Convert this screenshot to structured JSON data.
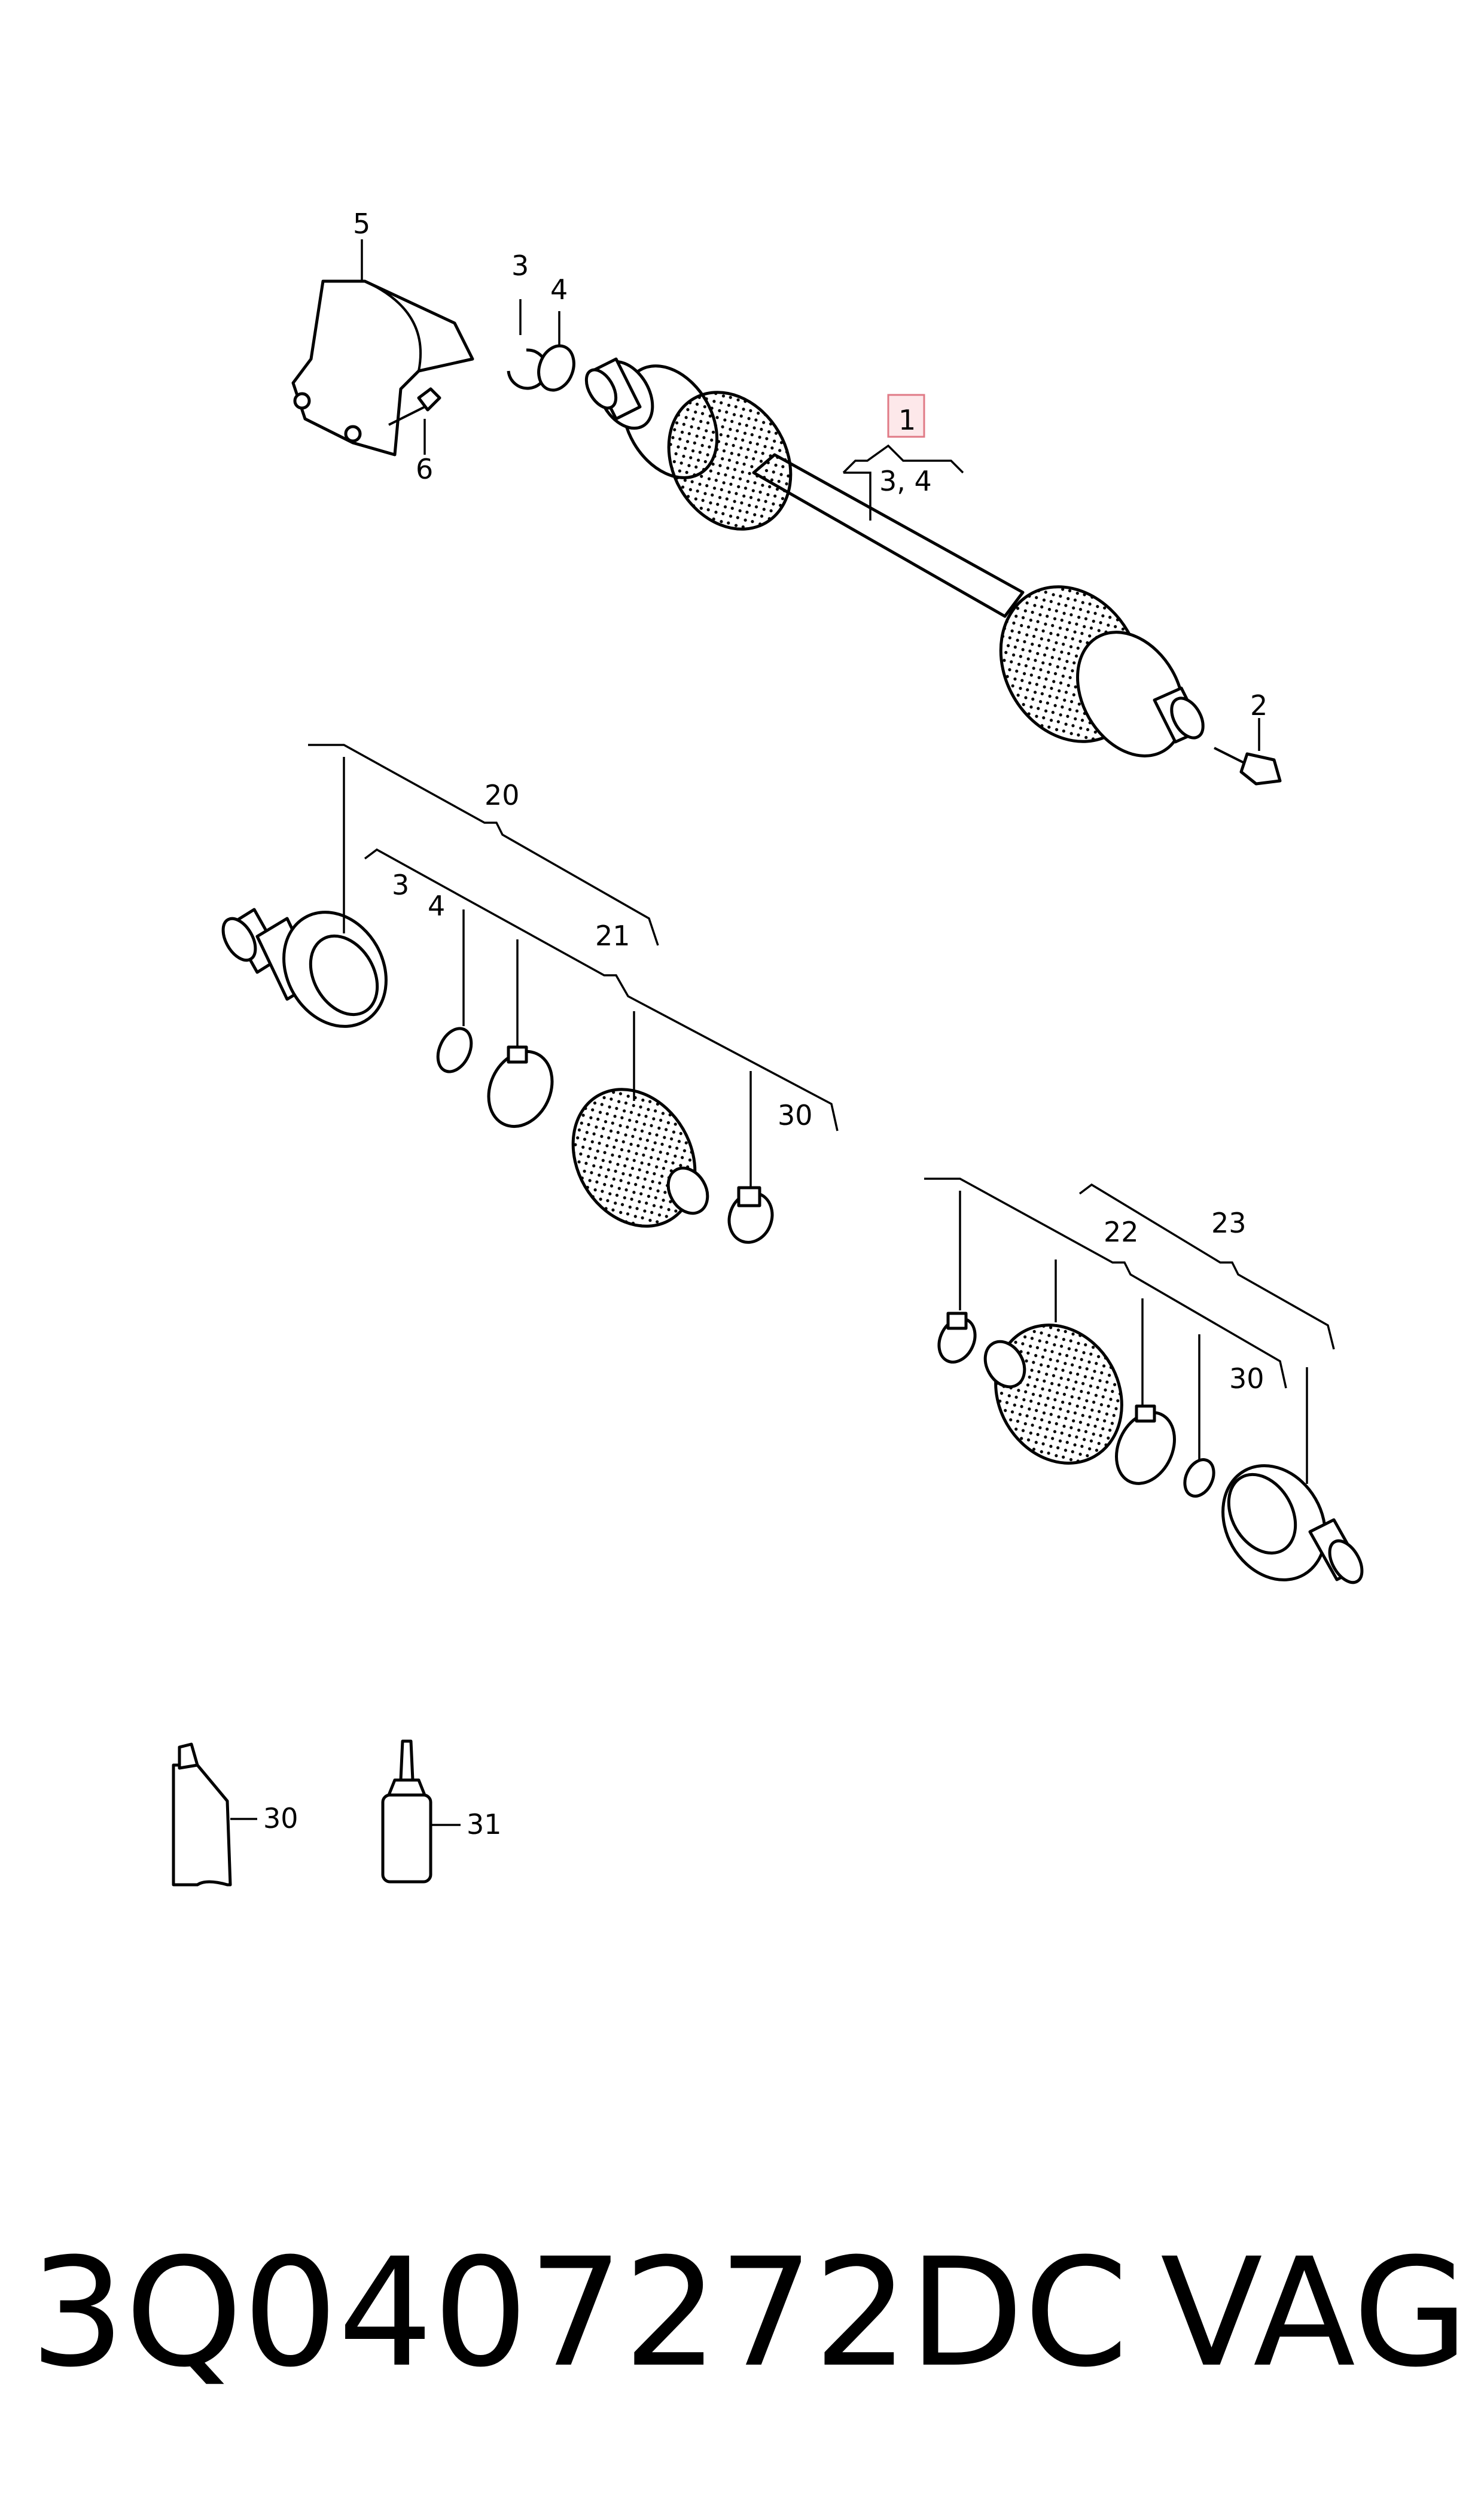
{
  "labels": {
    "l1": "1",
    "l2": "2",
    "l3a": "3",
    "l3b": "3",
    "l4a": "4",
    "l4b": "4",
    "l34": "3, 4",
    "l5": "5",
    "l6": "6",
    "l20": "20",
    "l21": "21",
    "l22": "22",
    "l23": "23",
    "l30a": "30",
    "l30b": "30",
    "l30c": "30",
    "l31": "31"
  },
  "footer": {
    "part_number": "3Q0407272DC",
    "brand": "VAG"
  },
  "highlight_color": "#fde8ea"
}
